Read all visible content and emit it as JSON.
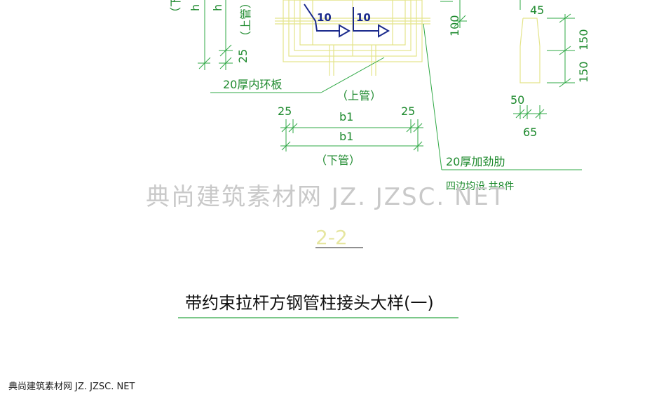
{
  "drawing": {
    "left_dims": {
      "h_a": "h",
      "h_b": "h",
      "dim_25": "25",
      "lower_pipe": "（下",
      "upper_pipe": "（上管）"
    },
    "weld_left": "10",
    "weld_right": "10",
    "note_inner_ring": "20厚内环板",
    "upper_pipe_label": "（上管）",
    "dim_top_25_left": "25",
    "dim_top_b1": "b1",
    "dim_top_25_right": "25",
    "dim_bottom_b1": "b1",
    "lower_pipe_label": "（下管）",
    "dim_100": "100",
    "note_stiffener": "20厚加劲肋",
    "note_all_sides": "四边均设 共8件",
    "right_dims": {
      "d45": "45",
      "d150_top": "150",
      "d150_bottom": "150",
      "d50": "50",
      "d65": "65"
    },
    "section_label": "2-2",
    "title": "带约束拉杆方钢管柱接头大样(一)"
  },
  "watermark": {
    "center": "典尚建筑素材网  JZ. JZSC. NET",
    "corner": "典尚建筑素材网 JZ. JZSC. NET"
  }
}
